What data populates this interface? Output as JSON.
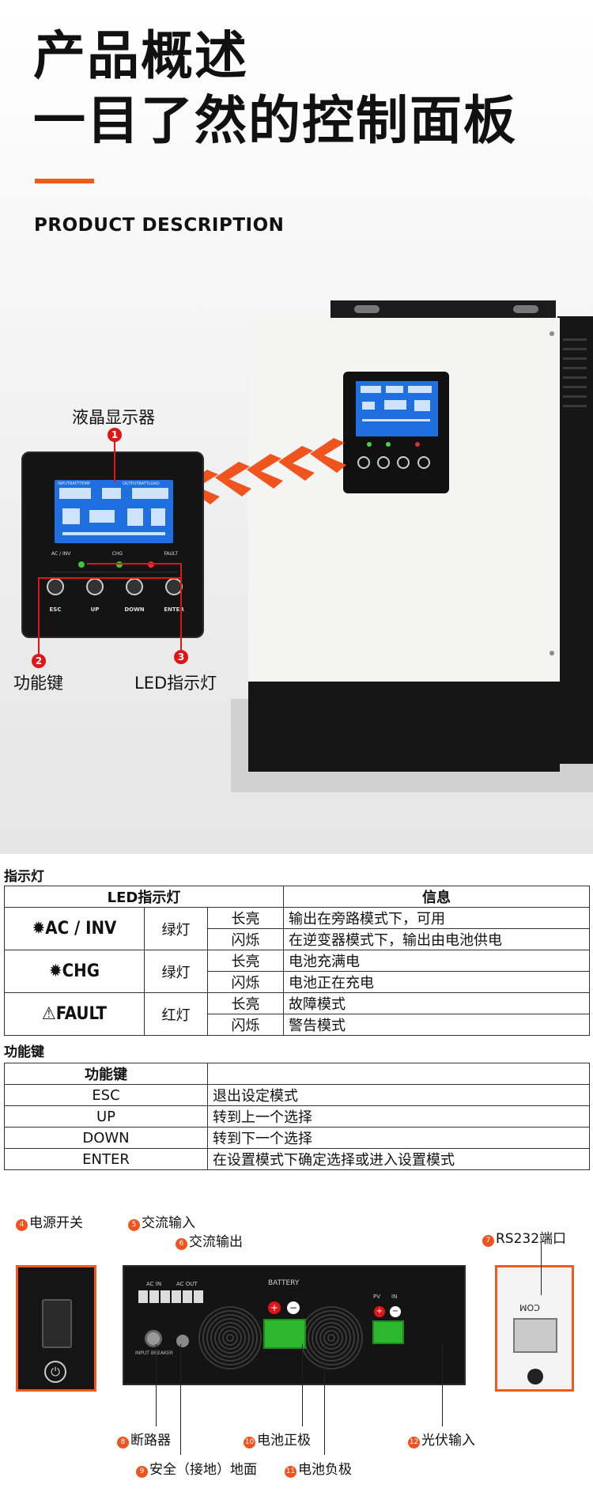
{
  "header": {
    "title_line1": "产品概述",
    "title_line2": "一目了然的控制面板",
    "subtitle": "PRODUCT DESCRIPTION"
  },
  "callouts": {
    "lcd": {
      "num": "1",
      "label": "液晶显示器"
    },
    "keys": {
      "num": "2",
      "label": "功能键"
    },
    "led": {
      "num": "3",
      "label": "LED指示灯"
    }
  },
  "panel": {
    "led_labels": [
      "AC / INV",
      "CHG",
      "FAULT"
    ],
    "buttons": [
      "ESC",
      "UP",
      "DOWN",
      "ENTER"
    ],
    "lcd_top_left": "INPUTBATTTEMP",
    "lcd_top_right": "OUTPUTBATTLOAD"
  },
  "led_section": {
    "heading": "指示灯",
    "col1": "LED指示灯",
    "col2": "信息",
    "rows": [
      {
        "name": "AC / INV",
        "color": "绿灯",
        "states": [
          {
            "state": "长亮",
            "info": "输出在旁路模式下，可用"
          },
          {
            "state": "闪烁",
            "info": "在逆变器模式下，输出由电池供电"
          }
        ]
      },
      {
        "name": "CHG",
        "color": "绿灯",
        "states": [
          {
            "state": "长亮",
            "info": "电池充满电"
          },
          {
            "state": "闪烁",
            "info": "电池正在充电"
          }
        ]
      },
      {
        "name": "FAULT",
        "color": "红灯",
        "states": [
          {
            "state": "长亮",
            "info": "故障模式"
          },
          {
            "state": "闪烁",
            "info": "警告模式"
          }
        ]
      }
    ]
  },
  "key_section": {
    "heading": "功能键",
    "col1": "功能键",
    "rows": [
      {
        "key": "ESC",
        "desc": "退出设定模式"
      },
      {
        "key": "UP",
        "desc": "转到上一个选择"
      },
      {
        "key": "DOWN",
        "desc": "转到下一个选择"
      },
      {
        "key": "ENTER",
        "desc": "在设置模式下确定选择或进入设置模式"
      }
    ]
  },
  "bottom": {
    "power_switch": {
      "num": "4",
      "label": "电源开关"
    },
    "ac_in": {
      "num": "5",
      "label": "交流输入"
    },
    "ac_out": {
      "num": "6",
      "label": "交流输出"
    },
    "rs232": {
      "num": "7",
      "label": "RS232端口"
    },
    "breaker": {
      "num": "8",
      "label": "断路器"
    },
    "ground": {
      "num": "9",
      "label": "安全（接地）地面"
    },
    "bat_pos": {
      "num": "10",
      "label": "电池正极"
    },
    "bat_neg": {
      "num": "11",
      "label": "电池负极"
    },
    "pv_in": {
      "num": "12",
      "label": "光伏输入"
    },
    "panel_text": {
      "ac_in": "AC IN",
      "ac_out": "AC OUT",
      "battery": "BATTERY",
      "pv": "PV",
      "in": "IN",
      "com": "COM",
      "breaker": "INPUT BREAKER"
    }
  },
  "colors": {
    "accent": "#f05a1a",
    "callout_red": "#e01616",
    "lcd_blue": "#1f6fe0"
  }
}
